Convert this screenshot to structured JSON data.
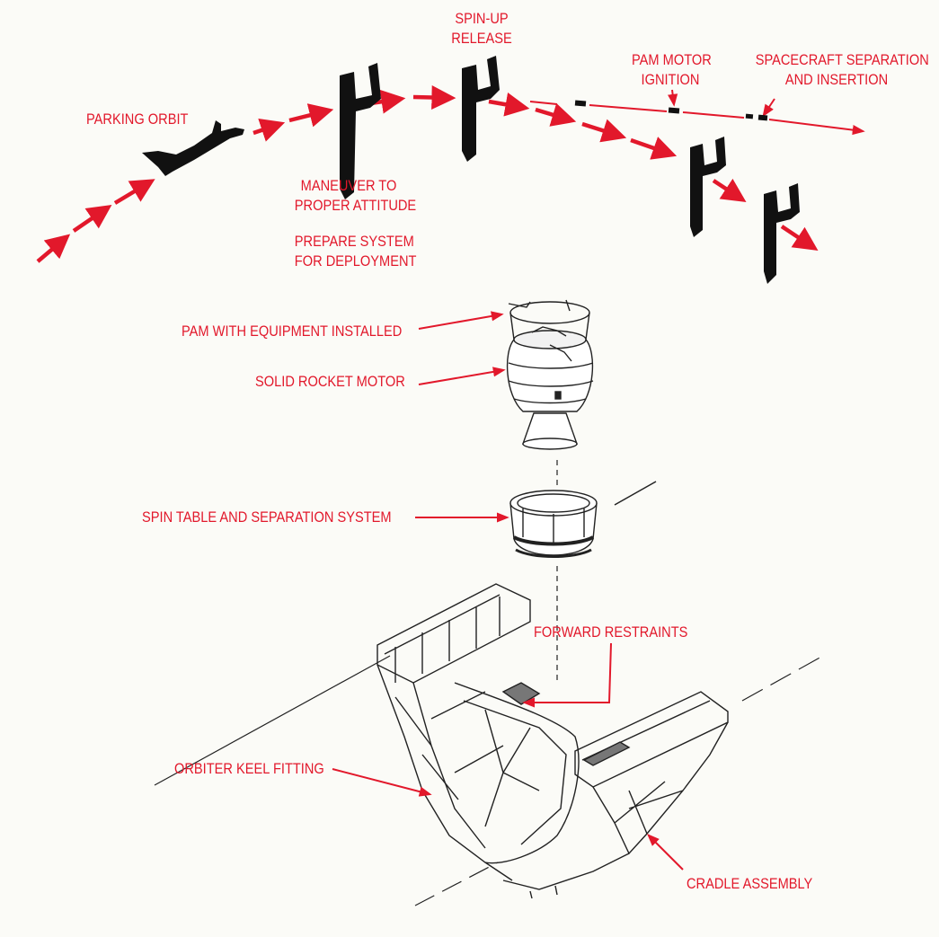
{
  "colors": {
    "label": "#e2182b",
    "arrow": "#e2182b",
    "ink": "#111111",
    "paper": "#fbfbf7"
  },
  "labels": {
    "parking_orbit": "PARKING ORBIT",
    "spin_up_release": [
      "SPIN-UP",
      "RELEASE"
    ],
    "pam_motor_ignition": [
      "PAM MOTOR",
      "IGNITION"
    ],
    "spacecraft_separation": [
      "SPACECRAFT SEPARATION",
      "AND INSERTION"
    ],
    "maneuver": [
      "MANEUVER TO",
      "PROPER ATTITUDE"
    ],
    "prepare_system": [
      "PREPARE SYSTEM",
      "FOR DEPLOYMENT"
    ],
    "pam_with_equipment": "PAM WITH EQUIPMENT INSTALLED",
    "solid_rocket_motor": "SOLID ROCKET MOTOR",
    "spin_table": "SPIN TABLE AND SEPARATION SYSTEM",
    "forward_restraints": "FORWARD RESTRAINTS",
    "orbiter_keel_fitting": "ORBITER KEEL FITTING",
    "cradle_assembly": "CRADLE ASSEMBLY"
  }
}
